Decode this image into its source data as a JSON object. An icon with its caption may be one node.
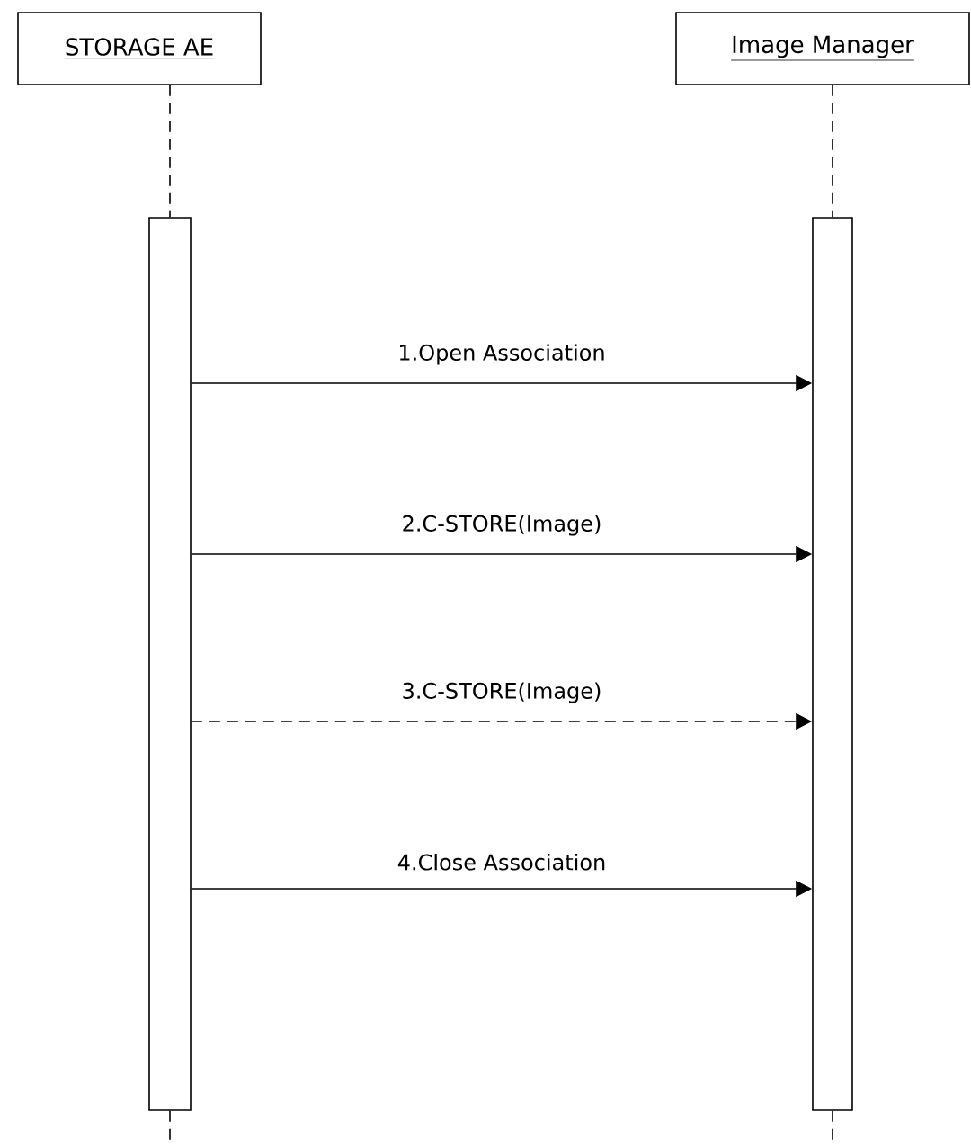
{
  "diagram": {
    "nodes": [
      {
        "text": [
          "STORAGE AE"
        ]
      },
      {
        "text": [
          "Image Manager"
        ]
      },
      {
        "text": [],
        "shape": "bar"
      },
      {
        "text": [],
        "shape": "bar"
      }
    ],
    "edges": [
      {
        "from": 2,
        "to": 3,
        "arrow": "to",
        "label": "1.Open Association"
      },
      {
        "from": 2,
        "to": 3,
        "arrow": "to",
        "label": "2.C-STORE(Image)"
      },
      {
        "from": 2,
        "to": 3,
        "arrow": "to",
        "label": "3.C-STORE(Image)",
        "style": "dashed"
      },
      {
        "from": 2,
        "to": 3,
        "arrow": "to",
        "label": "4.Close Association"
      },
      {
        "from": 0,
        "to": 2,
        "arrow": "none",
        "style": "dashed"
      },
      {
        "from": 1,
        "to": 3,
        "arrow": "none",
        "style": "dashed"
      },
      {
        "from": 2,
        "to": null,
        "arrow": "none",
        "style": "dashed"
      },
      {
        "from": 3,
        "to": null,
        "arrow": "none",
        "style": "dashed"
      }
    ]
  }
}
